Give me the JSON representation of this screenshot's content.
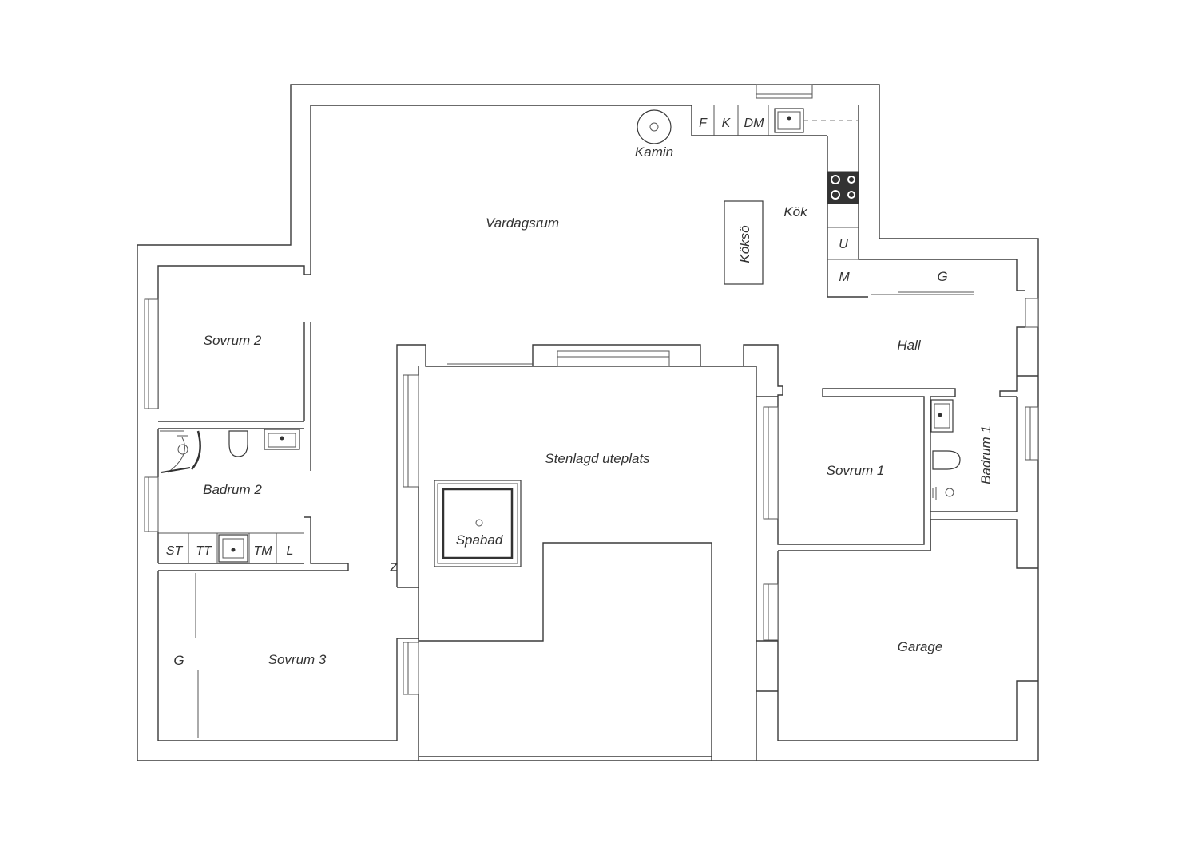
{
  "rooms": {
    "vardagsrum": "Vardagsrum",
    "kamin": "Kamin",
    "kok": "Kök",
    "koksö": "Köksö",
    "sovrum2": "Sovrum 2",
    "badrum2": "Badrum 2",
    "sovrum3": "Sovrum 3",
    "garderob_sovrum3": "G",
    "stenlagd_uteplats": "Stenlagd uteplats",
    "spabad": "Spabad",
    "hall": "Hall",
    "garderob_hall": "G",
    "sovrum1": "Sovrum 1",
    "badrum1": "Badrum 1",
    "garage": "Garage"
  },
  "kitchen_units": {
    "f": "F",
    "k": "K",
    "dm": "DM",
    "u": "U",
    "m": "M"
  },
  "bath2_units": {
    "st": "ST",
    "tt": "TT",
    "tm": "TM",
    "l": "L"
  }
}
